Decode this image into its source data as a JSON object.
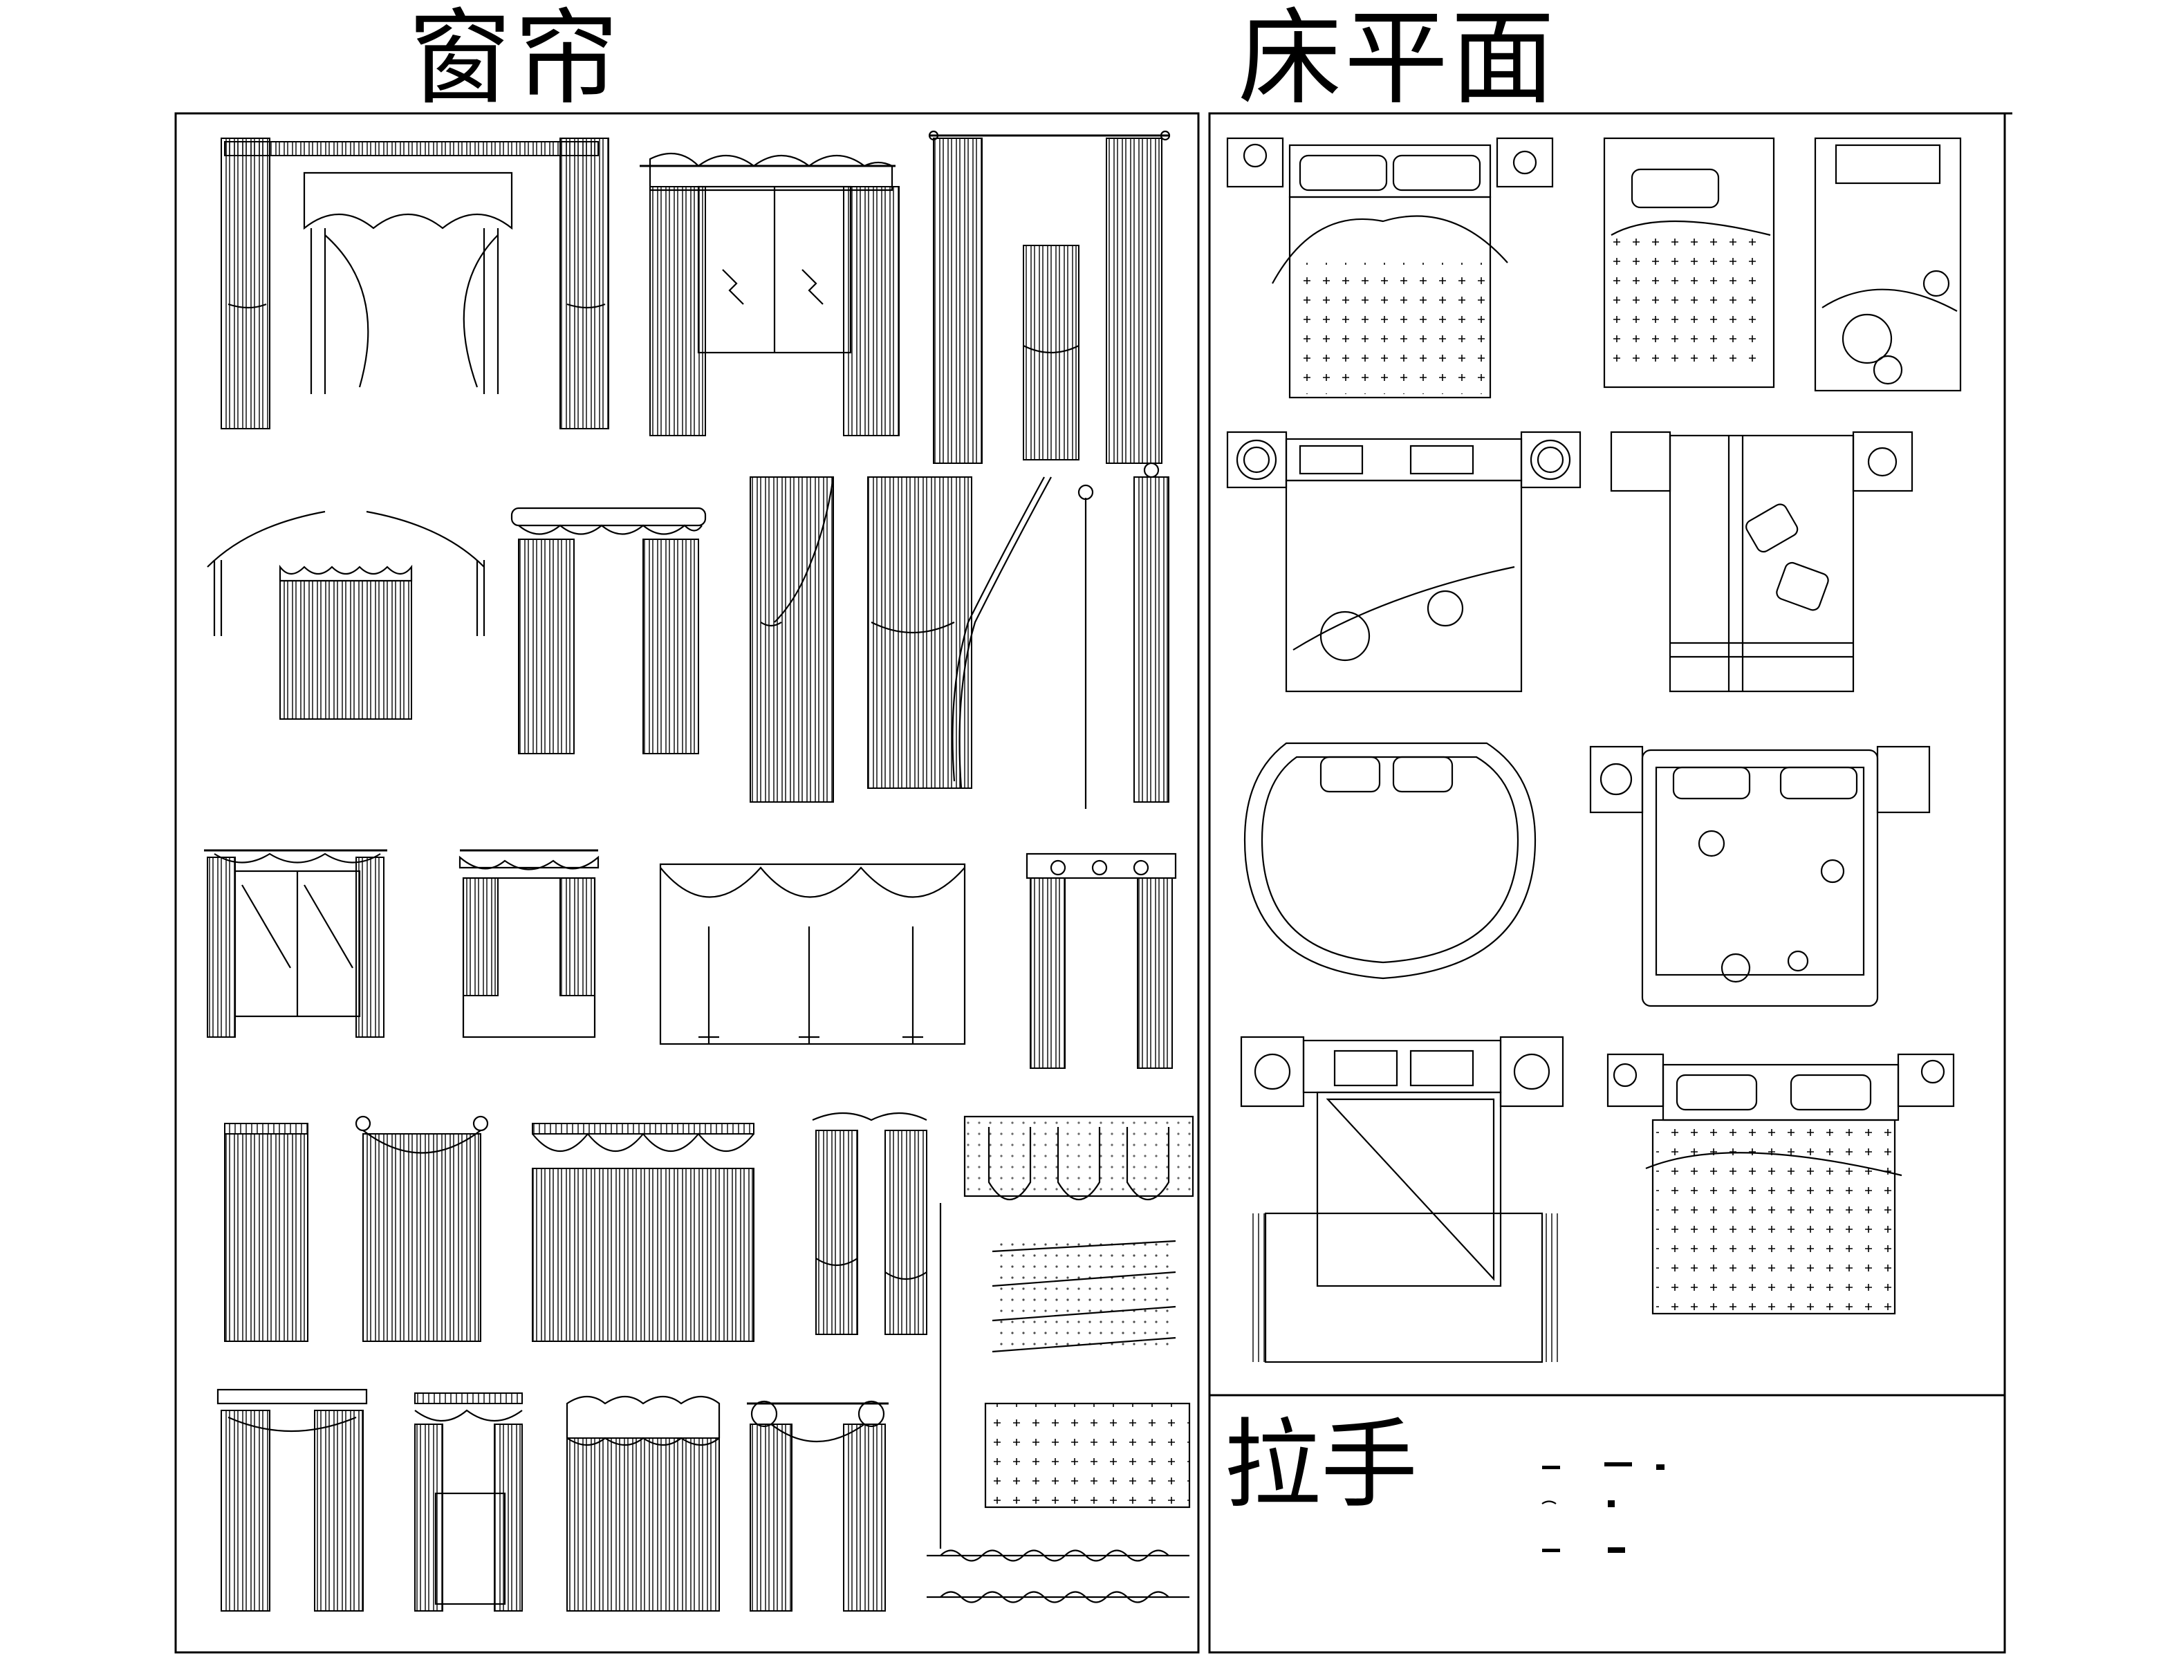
{
  "sections": {
    "curtains": {
      "title": "窗帘"
    },
    "bed_plans": {
      "title": "床平面"
    },
    "handles": {
      "label": "拉手"
    }
  },
  "colors": {
    "line": "#000000",
    "background": "#ffffff"
  }
}
